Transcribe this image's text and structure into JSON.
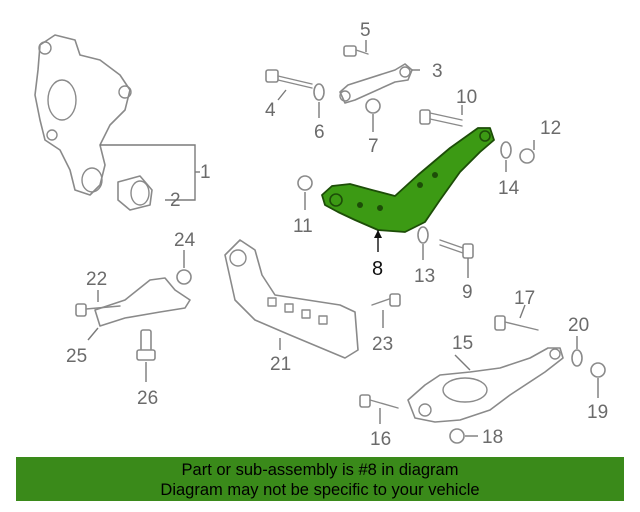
{
  "diagram": {
    "callouts": [
      "1",
      "2",
      "3",
      "4",
      "5",
      "6",
      "7",
      "8",
      "9",
      "10",
      "11",
      "12",
      "13",
      "14",
      "15",
      "16",
      "17",
      "18",
      "19",
      "20",
      "21",
      "22",
      "23",
      "24",
      "25",
      "26"
    ],
    "highlighted_part": "8",
    "highlight_color": "#3c9a14"
  },
  "footer": {
    "line1": "Part or sub-assembly is #8 in diagram",
    "line2": "Diagram may not be specific to your vehicle",
    "background": "#3a8a1a"
  }
}
